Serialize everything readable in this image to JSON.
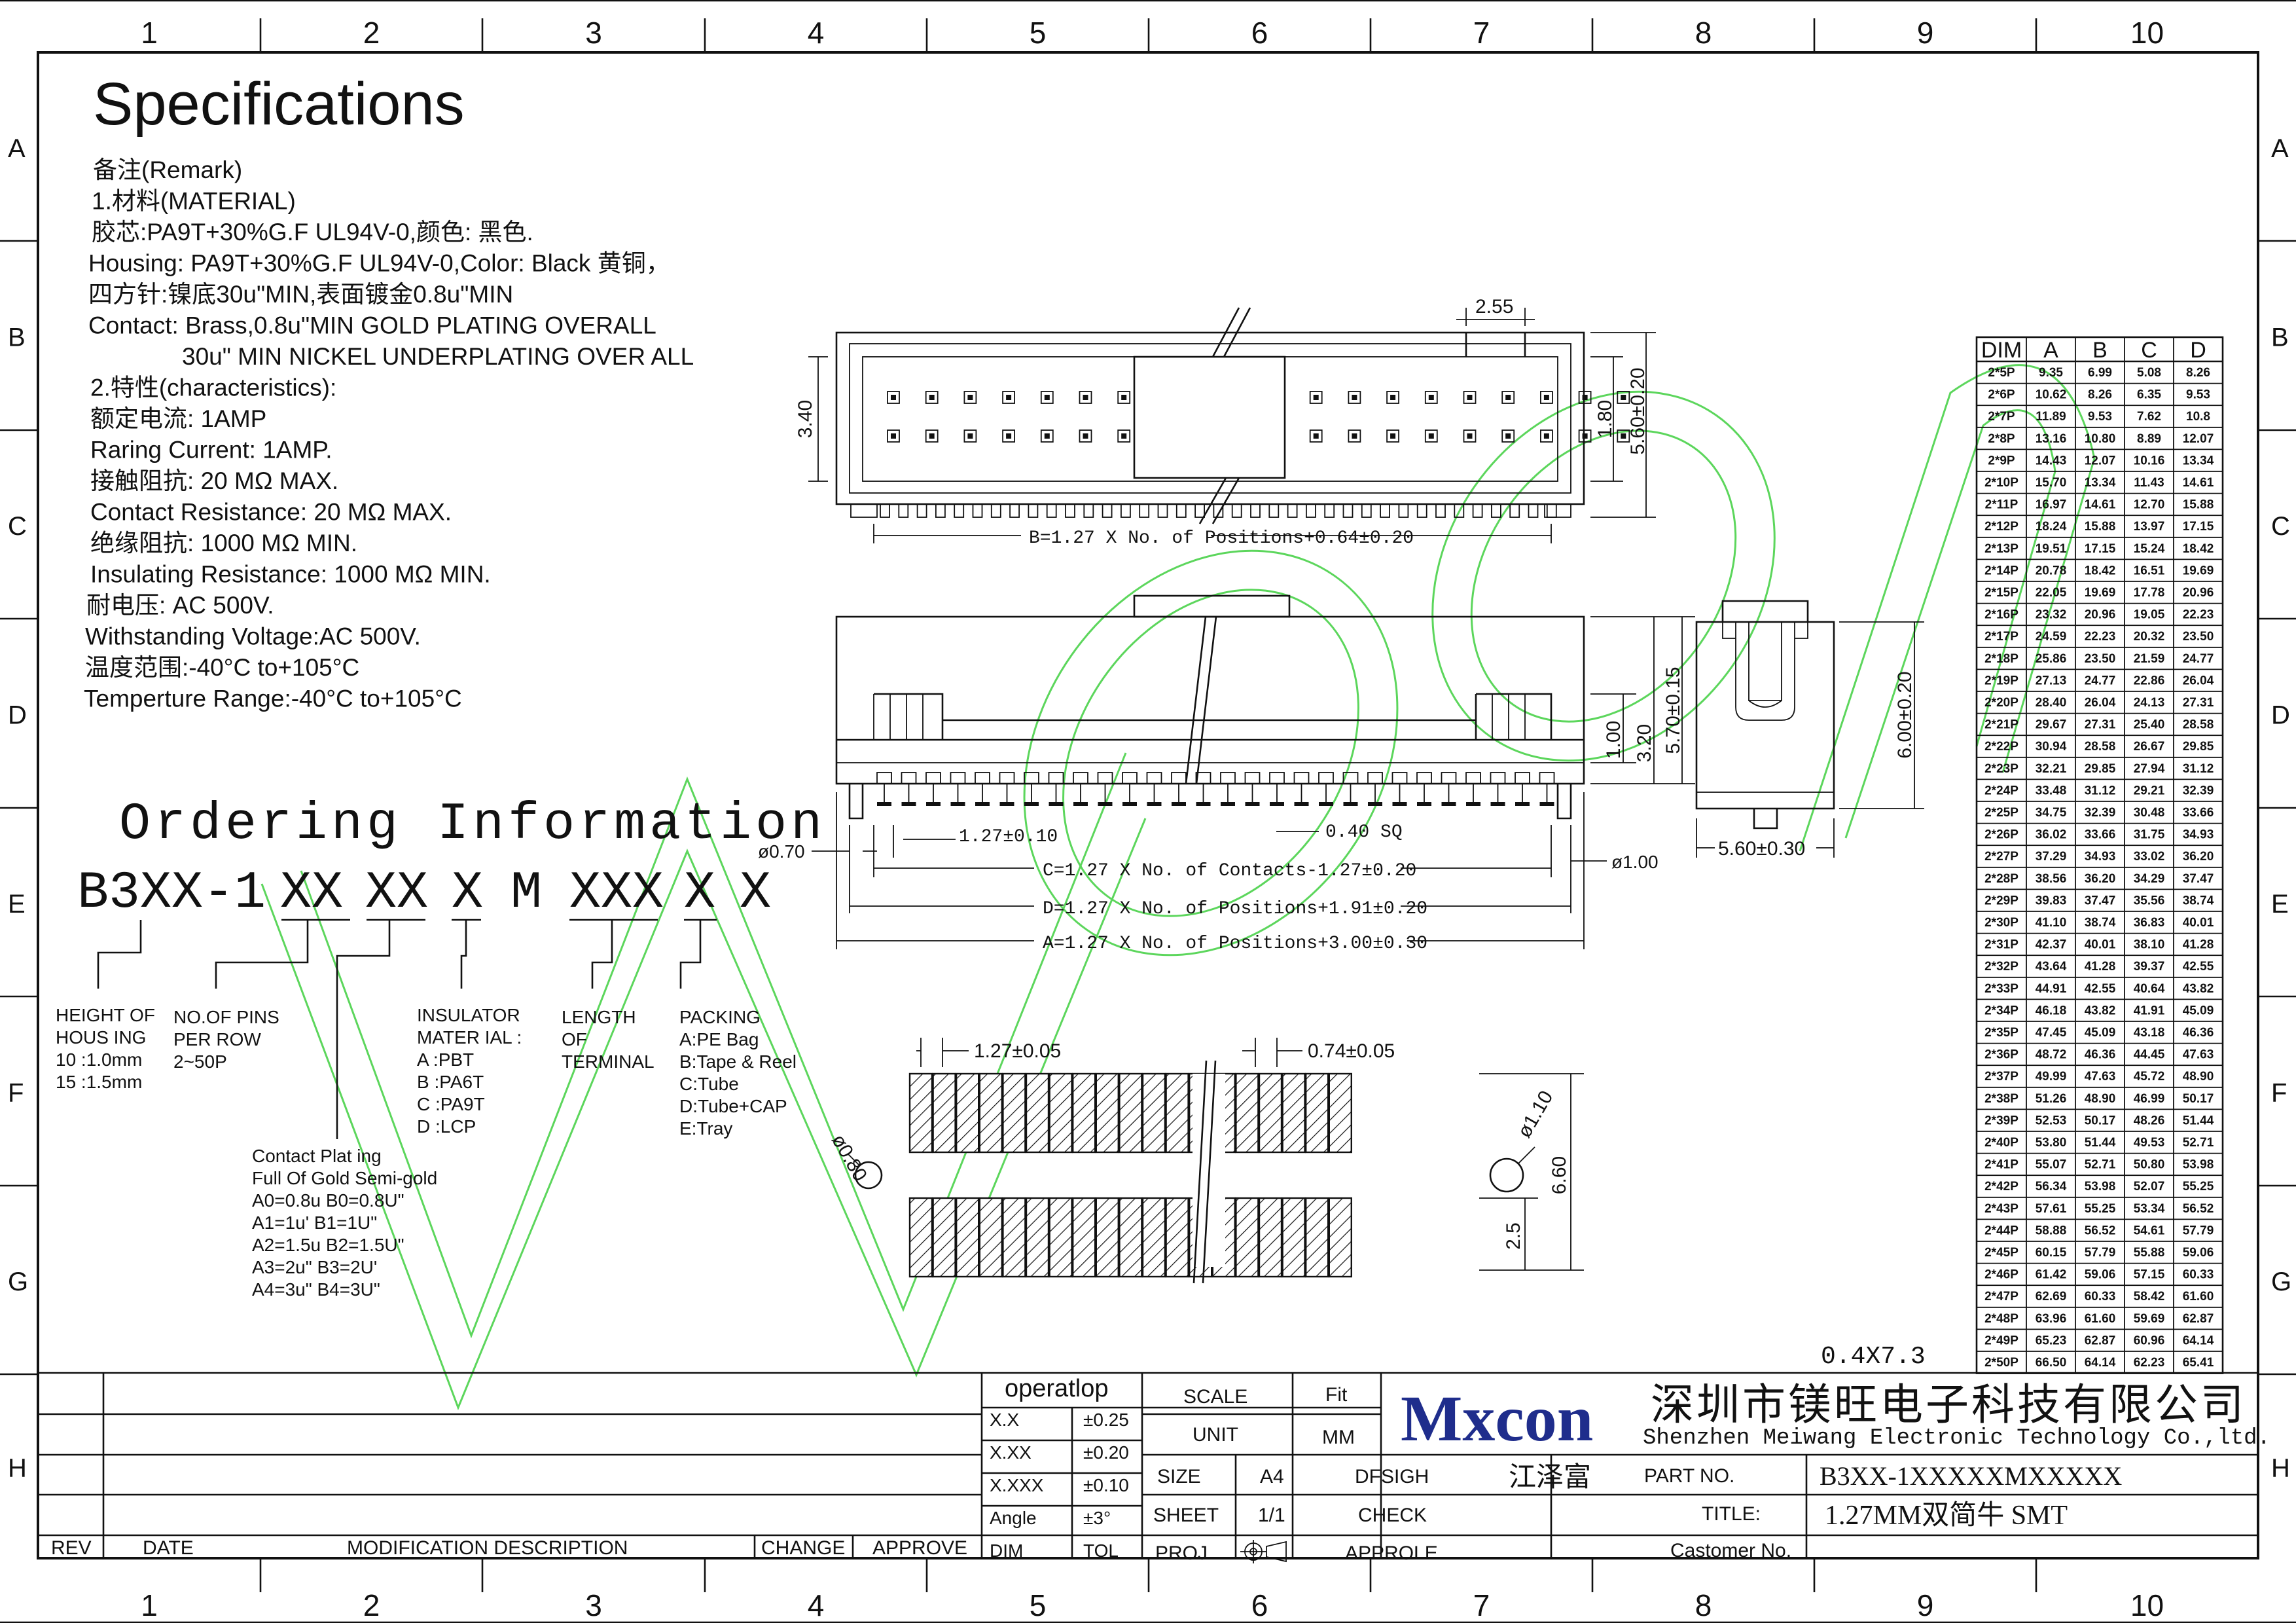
{
  "frame": {
    "columns": [
      "1",
      "2",
      "3",
      "4",
      "5",
      "6",
      "7",
      "8",
      "9",
      "10"
    ],
    "rows": [
      "A",
      "B",
      "C",
      "D",
      "E",
      "F",
      "G",
      "H"
    ]
  },
  "specs": {
    "title": "Specifications",
    "lines": [
      "备注(Remark)",
      "1.材料(MATERIAL)",
      "胶芯:PA9T+30%G.F UL94V-0,颜色: 黑色.",
      "Housing: PA9T+30%G.F UL94V-0,Color: Black 黄铜，",
      "四方针:镍底30u\"MIN,表面镀金0.8u\"MIN",
      "Contact: Brass,0.8u\"MIN GOLD PLATING OVERALL",
      "30u\" MIN NICKEL UNDERPLATING OVER ALL",
      "2.特性(characteristics):",
      "额定电流: 1AMP",
      "Raring Current: 1AMP.",
      "接触阻抗: 20 MΩ MAX.",
      "Contact Resistance: 20 MΩ MAX.",
      "绝缘阻抗: 1000 MΩ MIN.",
      "Insulating Resistance: 1000 MΩ MIN.",
      "耐电压: AC 500V.",
      "Withstanding Voltage:AC 500V.",
      "温度范围:-40°C to+105°C",
      "Temperture Range:-40°C to+105°C"
    ]
  },
  "ordering": {
    "title": "Ordering Information",
    "code": [
      "B3XX-1",
      "XX",
      "XX",
      "X",
      "M",
      "XXX",
      "X",
      "X"
    ],
    "height": [
      "HEIGHT OF",
      "HOUS ING",
      "10 :1.0mm",
      "15 :1.5mm"
    ],
    "pins": [
      "NO.OF PINS",
      "PER ROW",
      "2~50P"
    ],
    "plating": [
      "Contact Plat ing",
      "Full Of Gold Semi-gold",
      "A0=0.8u B0=0.8U\"",
      "A1=1u' B1=1U\"",
      "A2=1.5u B2=1.5U\"",
      "A3=2u\" B3=2U'",
      "A4=3u\" B4=3U\""
    ],
    "insulator": [
      "INSULATOR",
      "MATER IAL :",
      "A :PBT",
      "B :PA6T",
      "C :PA9T",
      "D :LCP"
    ],
    "length": [
      "LENGTH",
      "OF",
      "TERMINAL"
    ],
    "packing": [
      "PACKING",
      "A:PE Bag",
      "B:Tape & Reel",
      "C:Tube",
      "D:Tube+CAP",
      "E:Tray"
    ]
  },
  "dims": {
    "d255": "2.55",
    "d340": "3.40",
    "d180": "1.80",
    "d560": "5.60±0.20",
    "b_formula": "B=1.27 X No. of Positions+0.64±0.20",
    "d100": "1.00",
    "d320": "3.20",
    "d570": "5.70±0.15",
    "d070": "ø0.70",
    "d127": "1.27±0.10",
    "d040": "0.40 SQ",
    "d1dia": "ø1.00",
    "c_formula": "C=1.27 X No. of Contacts-1.27±0.20",
    "d_formula": "D=1.27 X No. of Positions+1.91±0.20",
    "a_formula": "A=1.27 X No. of Positions+3.00±0.30",
    "d600": "6.00±0.20",
    "d560b": "5.60±0.30",
    "p127": "1.27±0.05",
    "p074": "0.74±0.05",
    "p080": "ø0.80",
    "p110": "ø1.10",
    "p660": "6.60",
    "p25": "2.5",
    "note": "0.4X7.3"
  },
  "table": {
    "headers": [
      "DIM",
      "A",
      "B",
      "C",
      "D"
    ],
    "rows": [
      [
        "2*5P",
        "9.35",
        "6.99",
        "5.08",
        "8.26"
      ],
      [
        "2*6P",
        "10.62",
        "8.26",
        "6.35",
        "9.53"
      ],
      [
        "2*7P",
        "11.89",
        "9.53",
        "7.62",
        "10.8"
      ],
      [
        "2*8P",
        "13.16",
        "10.80",
        "8.89",
        "12.07"
      ],
      [
        "2*9P",
        "14.43",
        "12.07",
        "10.16",
        "13.34"
      ],
      [
        "2*10P",
        "15.70",
        "13.34",
        "11.43",
        "14.61"
      ],
      [
        "2*11P",
        "16.97",
        "14.61",
        "12.70",
        "15.88"
      ],
      [
        "2*12P",
        "18.24",
        "15.88",
        "13.97",
        "17.15"
      ],
      [
        "2*13P",
        "19.51",
        "17.15",
        "15.24",
        "18.42"
      ],
      [
        "2*14P",
        "20.78",
        "18.42",
        "16.51",
        "19.69"
      ],
      [
        "2*15P",
        "22.05",
        "19.69",
        "17.78",
        "20.96"
      ],
      [
        "2*16P",
        "23.32",
        "20.96",
        "19.05",
        "22.23"
      ],
      [
        "2*17P",
        "24.59",
        "22.23",
        "20.32",
        "23.50"
      ],
      [
        "2*18P",
        "25.86",
        "23.50",
        "21.59",
        "24.77"
      ],
      [
        "2*19P",
        "27.13",
        "24.77",
        "22.86",
        "26.04"
      ],
      [
        "2*20P",
        "28.40",
        "26.04",
        "24.13",
        "27.31"
      ],
      [
        "2*21P",
        "29.67",
        "27.31",
        "25.40",
        "28.58"
      ],
      [
        "2*22P",
        "30.94",
        "28.58",
        "26.67",
        "29.85"
      ],
      [
        "2*23P",
        "32.21",
        "29.85",
        "27.94",
        "31.12"
      ],
      [
        "2*24P",
        "33.48",
        "31.12",
        "29.21",
        "32.39"
      ],
      [
        "2*25P",
        "34.75",
        "32.39",
        "30.48",
        "33.66"
      ],
      [
        "2*26P",
        "36.02",
        "33.66",
        "31.75",
        "34.93"
      ],
      [
        "2*27P",
        "37.29",
        "34.93",
        "33.02",
        "36.20"
      ],
      [
        "2*28P",
        "38.56",
        "36.20",
        "34.29",
        "37.47"
      ],
      [
        "2*29P",
        "39.83",
        "37.47",
        "35.56",
        "38.74"
      ],
      [
        "2*30P",
        "41.10",
        "38.74",
        "36.83",
        "40.01"
      ],
      [
        "2*31P",
        "42.37",
        "40.01",
        "38.10",
        "41.28"
      ],
      [
        "2*32P",
        "43.64",
        "41.28",
        "39.37",
        "42.55"
      ],
      [
        "2*33P",
        "44.91",
        "42.55",
        "40.64",
        "43.82"
      ],
      [
        "2*34P",
        "46.18",
        "43.82",
        "41.91",
        "45.09"
      ],
      [
        "2*35P",
        "47.45",
        "45.09",
        "43.18",
        "46.36"
      ],
      [
        "2*36P",
        "48.72",
        "46.36",
        "44.45",
        "47.63"
      ],
      [
        "2*37P",
        "49.99",
        "47.63",
        "45.72",
        "48.90"
      ],
      [
        "2*38P",
        "51.26",
        "48.90",
        "46.99",
        "50.17"
      ],
      [
        "2*39P",
        "52.53",
        "50.17",
        "48.26",
        "51.44"
      ],
      [
        "2*40P",
        "53.80",
        "51.44",
        "49.53",
        "52.71"
      ],
      [
        "2*41P",
        "55.07",
        "52.71",
        "50.80",
        "53.98"
      ],
      [
        "2*42P",
        "56.34",
        "53.98",
        "52.07",
        "55.25"
      ],
      [
        "2*43P",
        "57.61",
        "55.25",
        "53.34",
        "56.52"
      ],
      [
        "2*44P",
        "58.88",
        "56.52",
        "54.61",
        "57.79"
      ],
      [
        "2*45P",
        "60.15",
        "57.79",
        "55.88",
        "59.06"
      ],
      [
        "2*46P",
        "61.42",
        "59.06",
        "57.15",
        "60.33"
      ],
      [
        "2*47P",
        "62.69",
        "60.33",
        "58.42",
        "61.60"
      ],
      [
        "2*48P",
        "63.96",
        "61.60",
        "59.69",
        "62.87"
      ],
      [
        "2*49P",
        "65.23",
        "62.87",
        "60.96",
        "64.14"
      ],
      [
        "2*50P",
        "66.50",
        "64.14",
        "62.23",
        "65.41"
      ]
    ]
  },
  "titleblock": {
    "rev": "REV",
    "date": "DATE",
    "modification": "MODIFICATION DESCRIPTION",
    "change": "CHANGE",
    "approve": "APPROVE",
    "operatlop": "operatlop",
    "tol_rows": [
      [
        "X.X",
        "±0.25"
      ],
      [
        "X.XX",
        "±0.20"
      ],
      [
        "X.XXX",
        "±0.10"
      ],
      [
        "Angle",
        "±3°"
      ],
      [
        "DIM",
        "TOL"
      ]
    ],
    "scale": "SCALE",
    "fit": "Fit",
    "unit": "UNIT",
    "mm": "MM",
    "size": "SIZE",
    "a4": "A4",
    "dfsigh": "DFSIGH",
    "sheet": "SHEET",
    "sheet_val": "1/1",
    "check": "CHECK",
    "proj": "PROJ.",
    "approle": "APPROLE",
    "designer": "江泽富",
    "logo": "Mxcon",
    "company_cn": "深圳市镁旺电子科技有限公司",
    "company_en": "Shenzhen Meiwang Electronic Technology Co.,ltd.",
    "part_no_label": "PART NO.",
    "part_no": "B3XX-1XXXXXMXXXXX",
    "title_label": "TITLE:",
    "title": "1.27MM双简牛  SMT",
    "customer_label": "Castomer No."
  },
  "colors": {
    "ink": "#111111",
    "logo_blue": "#1f2d8c",
    "watermark_green": "#3fcf3f"
  }
}
